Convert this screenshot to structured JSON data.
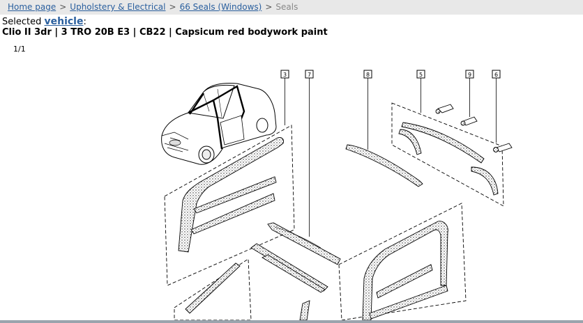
{
  "breadcrumb": {
    "items": [
      {
        "label": "Home page"
      },
      {
        "label": "Upholstery & Electrical"
      },
      {
        "label": "66 Seals (Windows)"
      }
    ],
    "separator": ">",
    "current": "Seals"
  },
  "selection": {
    "prefix": "Selected",
    "link_label": "vehicle",
    "suffix": ":",
    "vehicle_description": "Clio II 3dr | 3 TRO 20B E3 | CB22 | Capsicum red bodywork paint"
  },
  "diagram": {
    "page_counter": "1/1",
    "callouts": [
      "3",
      "7",
      "8",
      "5",
      "9",
      "6"
    ]
  }
}
